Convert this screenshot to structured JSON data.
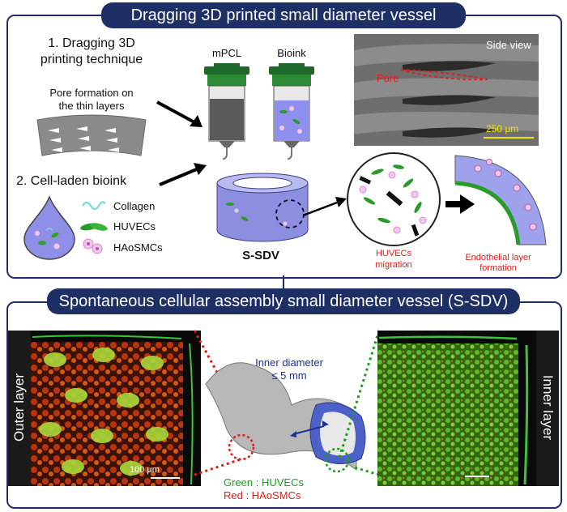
{
  "title_top": "Dragging 3D printed small diameter vessel",
  "title_bottom": "Spontaneous cellular assembly small diameter vessel (S-SDV)",
  "step1": {
    "line1": "1. Dragging 3D",
    "line2": "printing technique"
  },
  "pore_caption": {
    "line1": "Pore formation on",
    "line2": "the thin layers"
  },
  "step2": "2. Cell-laden bioink",
  "syringes": {
    "left": "mPCL",
    "right": "Bioink"
  },
  "sem": {
    "view": "Side view",
    "pore": "Pore",
    "scale": "250 μm"
  },
  "legend": [
    "Collagen",
    "HUVECs",
    "HAoSMCs"
  ],
  "ssdv_label": "S-SDV",
  "migration": {
    "line1": "HUVECs",
    "line2": "migration"
  },
  "endothelial": {
    "line1": "Endothelial layer",
    "line2": "formation"
  },
  "outer_layer": "Outer layer",
  "inner_layer": "Inner layer",
  "outer_scale": "100 μm",
  "inner_diameter": {
    "line1": "Inner diameter",
    "line2": "≤ 5 mm"
  },
  "stain": {
    "green": "Green : HUVECs",
    "red": "Red : HAoSMCs"
  },
  "colors": {
    "navy": "#1e2f66",
    "red": "#e01e1e",
    "green": "#1aa11a",
    "blue": "#1e2f9a"
  }
}
